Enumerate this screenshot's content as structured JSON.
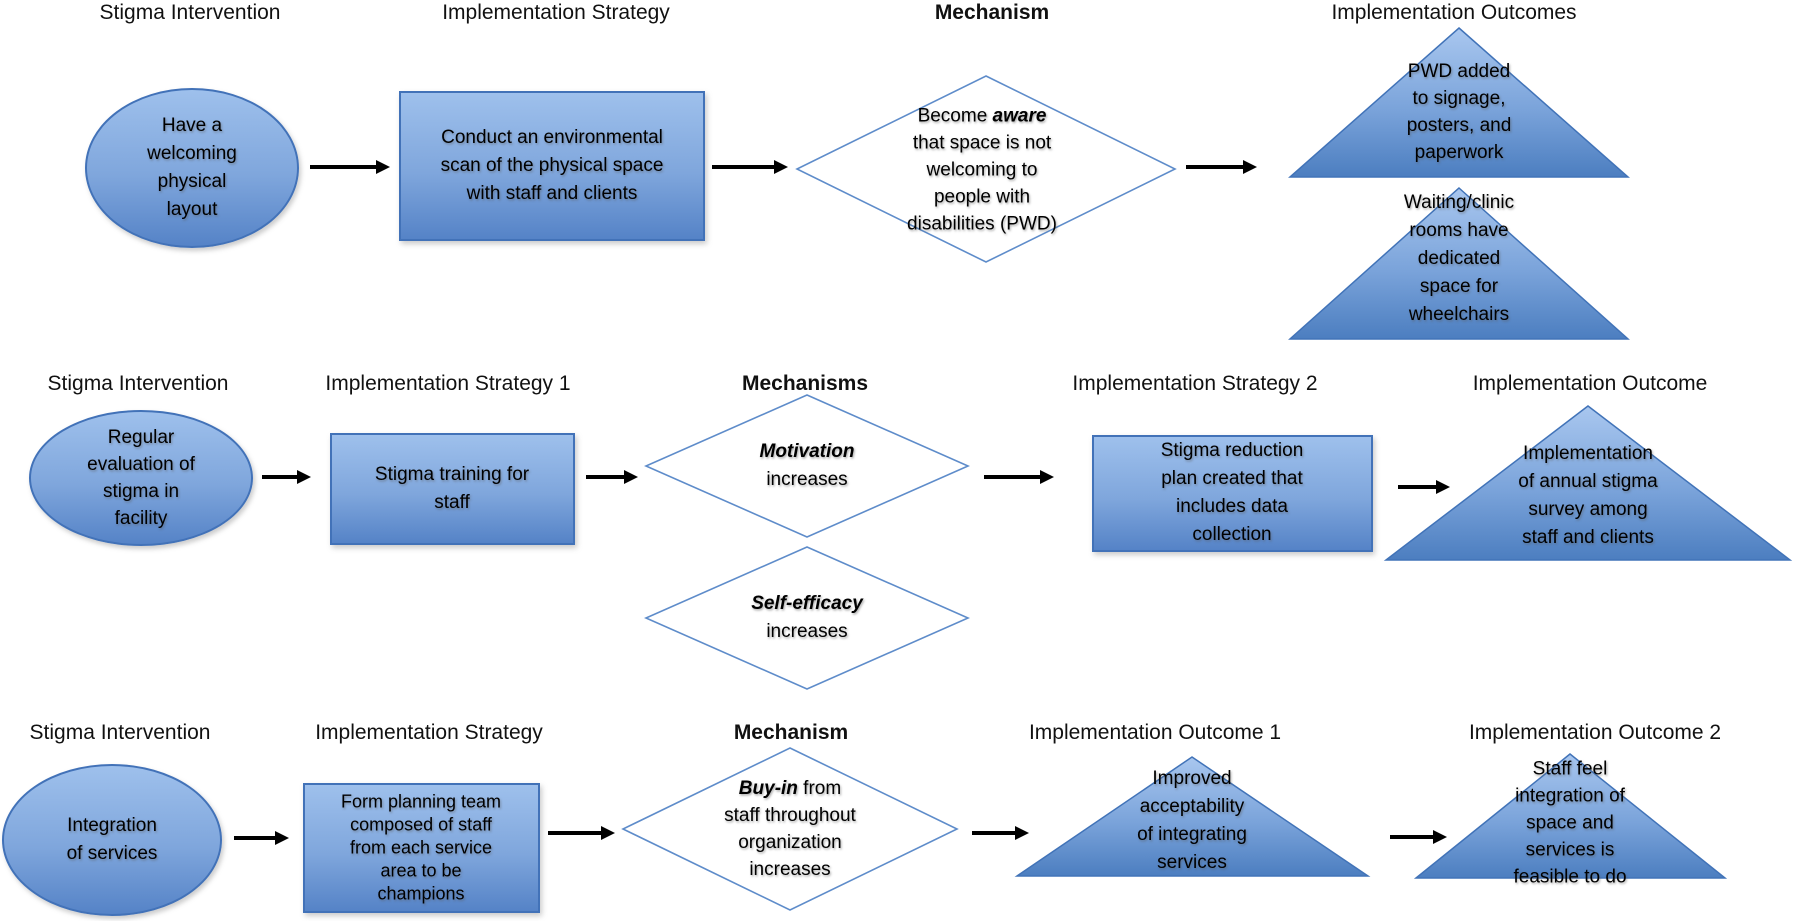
{
  "colors": {
    "shape_gradient_top": "#9EC0EC",
    "shape_gradient_bottom": "#5583C7",
    "shape_border": "#4272B8",
    "diamond_border": "#5E8CCA",
    "arrow": "#000000",
    "text": "#000000"
  },
  "rows": [
    {
      "headers": [
        "Stigma Intervention",
        "Implementation Strategy",
        "Mechanism",
        "Implementation Outcomes"
      ],
      "intervention": "Have a welcoming physical layout",
      "strategy": "Conduct an environmental scan of the physical space with staff and clients",
      "mechanism": {
        "pre": "Become ",
        "em": "aware",
        "post": " that space is not welcoming to people with disabilities (PWD)"
      },
      "outcomes": [
        "PWD added to signage, posters, and paperwork",
        "Waiting/clinic rooms have dedicated space for wheelchairs"
      ]
    },
    {
      "headers": [
        "Stigma Intervention",
        "Implementation Strategy 1",
        "Mechanisms",
        "Implementation Strategy 2",
        "Implementation Outcome"
      ],
      "intervention": "Regular evaluation of stigma in facility",
      "strategy1": "Stigma training for staff",
      "mechanisms": [
        {
          "em": "Motivation",
          "post": " increases"
        },
        {
          "em": "Self-efficacy",
          "post": " increases"
        }
      ],
      "strategy2": "Stigma reduction plan created that includes data collection",
      "outcome": "Implementation of annual stigma survey among staff and clients"
    },
    {
      "headers": [
        "Stigma Intervention",
        "Implementation Strategy",
        "Mechanism",
        "Implementation Outcome 1",
        "Implementation Outcome 2"
      ],
      "intervention": "Integration of services",
      "strategy": "Form planning team composed of staff from each service area to be champions",
      "mechanism": {
        "em": "Buy-in",
        "post": " from staff throughout organization increases"
      },
      "outcomes": [
        "Improved acceptability of integrating services",
        "Staff feel integration of space and services is feasible to do"
      ]
    }
  ]
}
